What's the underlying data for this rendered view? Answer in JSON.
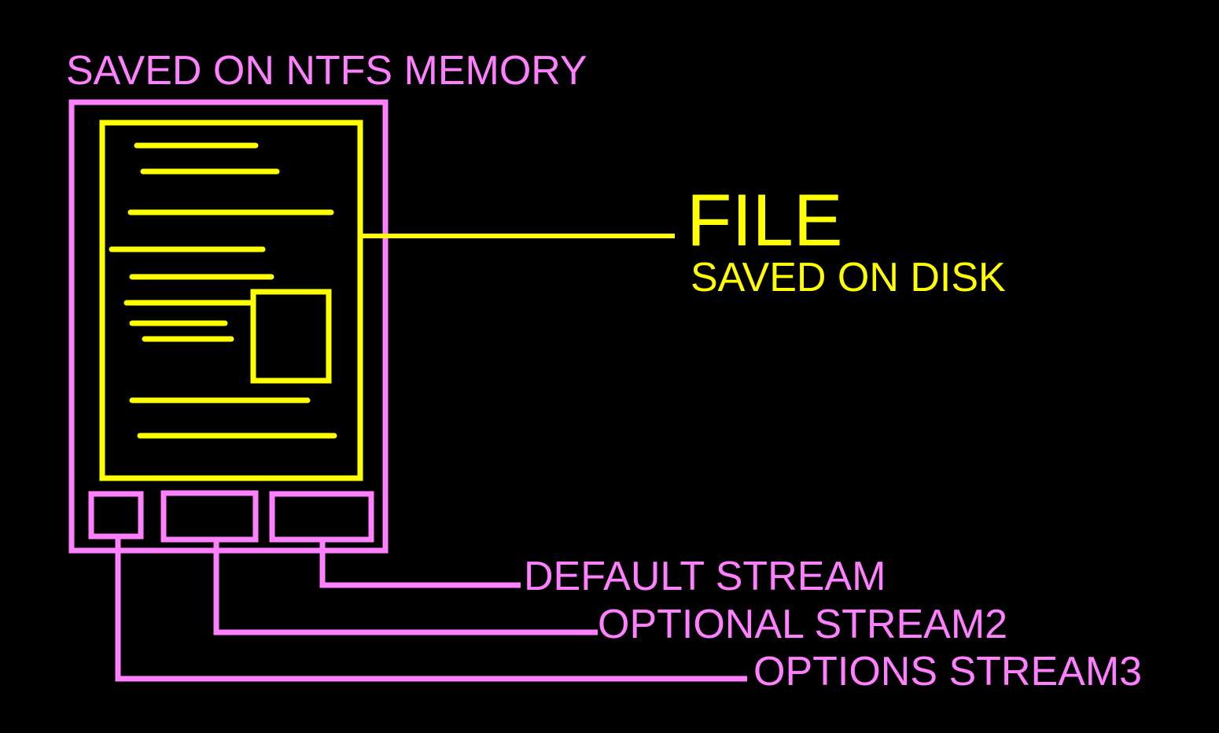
{
  "colors": {
    "background": "#000000",
    "memory": "#ff80ff",
    "file": "#ffff00"
  },
  "labels": {
    "memory_title": "SAVED ON NTFS MEMORY",
    "file_title": "FILE",
    "file_subtitle": "SAVED ON DISK",
    "default_stream": "DEFAULT STREAM",
    "optional_stream2": "OPTIONAL STREAM2",
    "options_stream3": "OPTIONS STREAM3"
  }
}
